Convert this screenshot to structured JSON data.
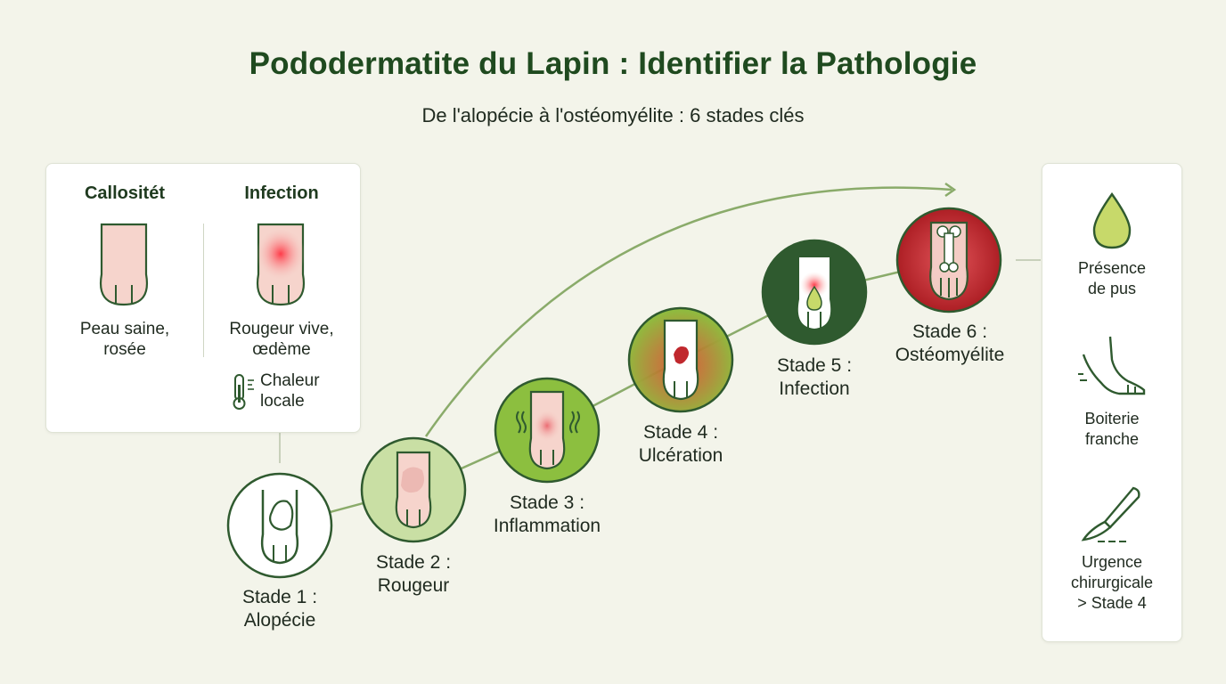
{
  "header": {
    "title": "Pododermatite du Lapin : Identifier la Pathologie",
    "subtitle": "De l'alopécie à l'ostéomyélite : 6 stades clés"
  },
  "comparison": {
    "left": {
      "heading": "Callositét",
      "line1": "Peau saine,",
      "line2": "rosée"
    },
    "right": {
      "heading": "Infection",
      "line1": "Rougeur vive,",
      "line2": "œdème"
    },
    "heat": {
      "line1": "Chaleur",
      "line2": "locale",
      "icon": "thermometer-icon"
    }
  },
  "stages": [
    {
      "line1": "Stade 1 :",
      "line2": "Alopécie"
    },
    {
      "line1": "Stade 2 :",
      "line2": "Rougeur"
    },
    {
      "line1": "Stade 3 :",
      "line2": "Inflammation"
    },
    {
      "line1": "Stade 4 :",
      "line2": "Ulcération"
    },
    {
      "line1": "Stade 5 :",
      "line2": "Infection"
    },
    {
      "line1": "Stade 6 :",
      "line2": "Ostéomyélite"
    }
  ],
  "signs": [
    {
      "line1": "Présence",
      "line2": "de pus",
      "icon": "pus-drop-icon"
    },
    {
      "line1": "Boiterie",
      "line2": "franche",
      "icon": "limping-foot-icon"
    },
    {
      "line1": "Urgence",
      "line2": "chirurgicale",
      "line3": "> Stade 4",
      "icon": "scalpel-icon"
    }
  ],
  "colors": {
    "dark_green": "#2f5a2f",
    "mid_green": "#8cbf3f",
    "light_green": "#c9dfa4",
    "red": "#c0282d",
    "skin": "#f6d4cc"
  }
}
